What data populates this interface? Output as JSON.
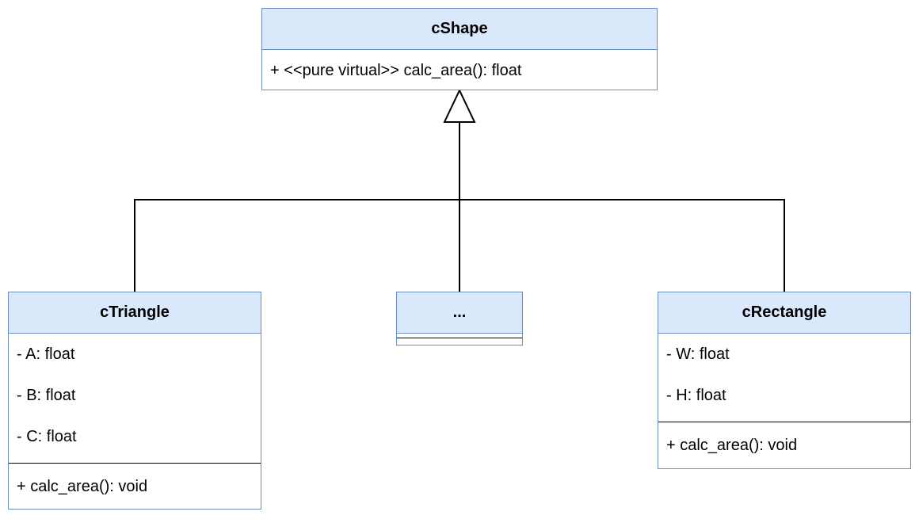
{
  "classes": {
    "shape": {
      "name": "cShape",
      "methods": [
        "+ <<pure virtual>> calc_area(): float"
      ]
    },
    "triangle": {
      "name": "cTriangle",
      "attributes": [
        "- A: float",
        "- B: float",
        "- C: float"
      ],
      "methods": [
        "+ calc_area(): void"
      ]
    },
    "ellipsis": {
      "name": "..."
    },
    "rectangle": {
      "name": "cRectangle",
      "attributes": [
        "- W: float",
        "- H: float"
      ],
      "methods": [
        "+ calc_area(): void"
      ]
    }
  },
  "colors": {
    "header_fill": "#dae8fc",
    "border": "#6c8ebf",
    "line": "#000000"
  }
}
